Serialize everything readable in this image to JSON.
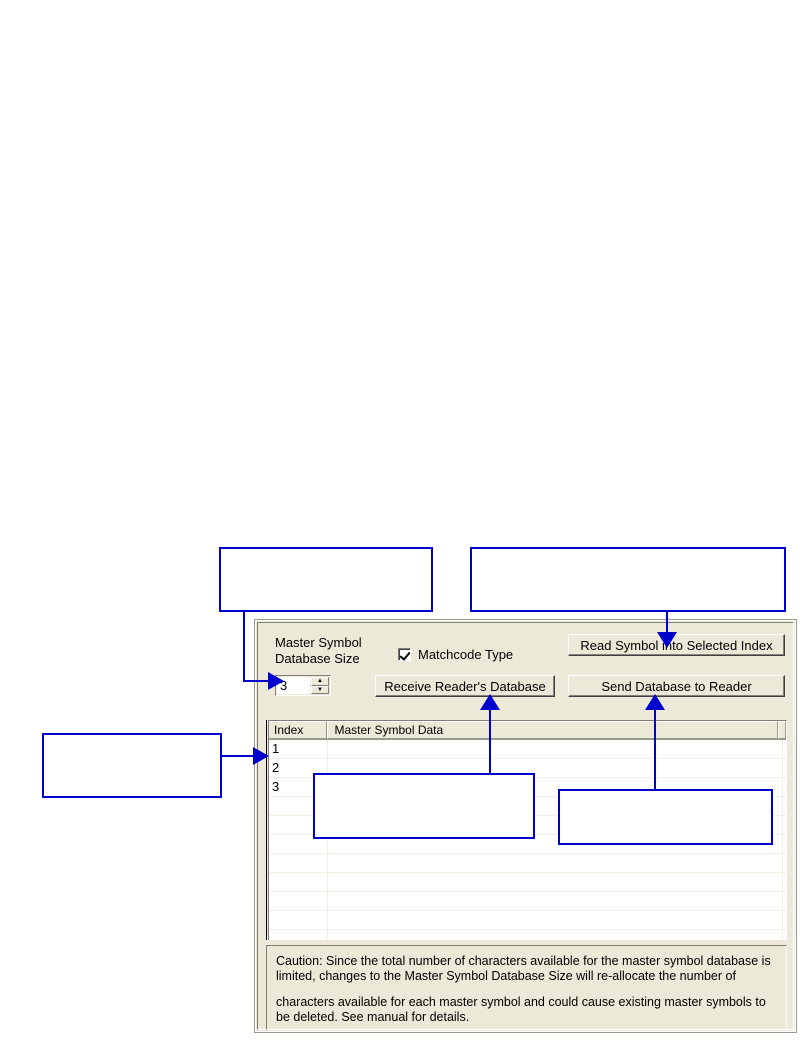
{
  "panel": {
    "master_symbol_label_line1": "Master Symbol",
    "master_symbol_label_line2": "Database Size",
    "spinner": {
      "value": "3",
      "up_glyph": "▲",
      "down_glyph": "▼"
    },
    "checkbox": {
      "label": "Matchcode Type",
      "checked": true
    },
    "buttons": {
      "read_symbol": "Read Symbol into Selected Index",
      "receive_database": "Receive Reader's Database",
      "send_database": "Send Database to Reader"
    },
    "grid": {
      "columns": [
        "Index",
        "Master Symbol Data",
        ""
      ],
      "rows": [
        {
          "index": "1",
          "data": ""
        },
        {
          "index": "2",
          "data": ""
        },
        {
          "index": "3",
          "data": ""
        },
        {
          "index": "",
          "data": ""
        },
        {
          "index": "",
          "data": ""
        },
        {
          "index": "",
          "data": ""
        },
        {
          "index": "",
          "data": ""
        },
        {
          "index": "",
          "data": ""
        },
        {
          "index": "",
          "data": ""
        },
        {
          "index": "",
          "data": ""
        },
        {
          "index": "",
          "data": ""
        },
        {
          "index": "",
          "data": ""
        },
        {
          "index": "",
          "data": ""
        }
      ]
    },
    "caution": {
      "paragraph1": "Caution: Since the total number of characters available for the master symbol database is limited, changes to the Master Symbol Database Size will re-allocate the number of",
      "paragraph2": "characters available for each master symbol and could cause existing master symbols to be deleted. See manual for details."
    }
  },
  "annotations": {
    "accent_color": "#0000CC",
    "callouts": [
      {
        "name": "callout-database-size",
        "text": ""
      },
      {
        "name": "callout-read-symbol",
        "text": ""
      },
      {
        "name": "callout-index-row",
        "text": ""
      },
      {
        "name": "callout-receive-database",
        "text": ""
      },
      {
        "name": "callout-send-database",
        "text": ""
      }
    ]
  }
}
